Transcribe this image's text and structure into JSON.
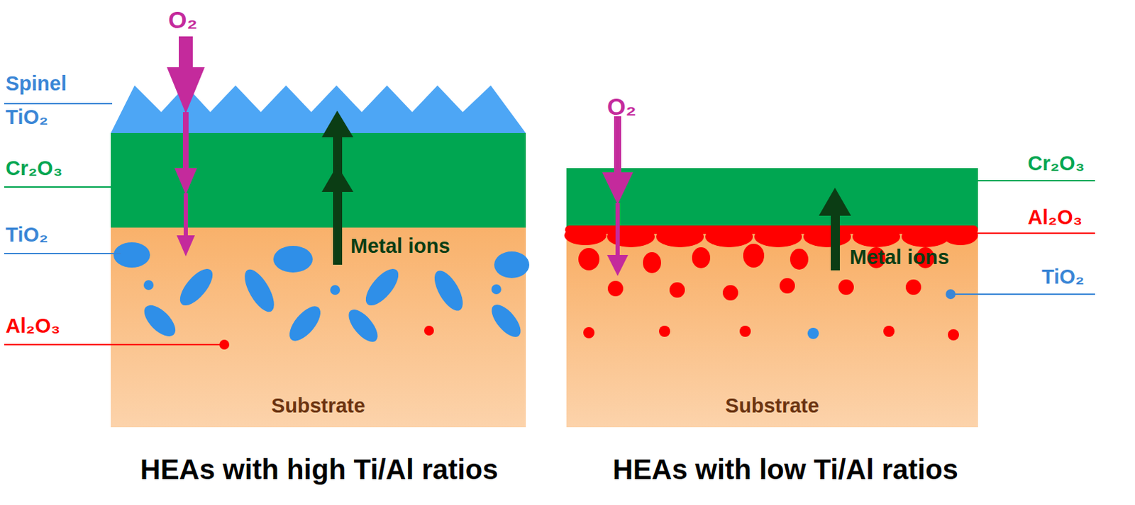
{
  "diagram": {
    "nodes": [
      {
        "text": [
          "Substrate"
        ]
      },
      {
        "text": [
          "Substrate"
        ]
      }
    ],
    "labels": [
      "O₂",
      "Spinel",
      "TiO₂",
      "Cr₂O₃",
      "TiO₂",
      "Metal ions",
      "Al₂O₃",
      "HEAs with high Ti/Al ratios",
      "O₂",
      "Cr₂O₃",
      "Al₂O₃",
      "Metal ions",
      "TiO₂",
      "HEAs with low Ti/Al ratios"
    ]
  }
}
